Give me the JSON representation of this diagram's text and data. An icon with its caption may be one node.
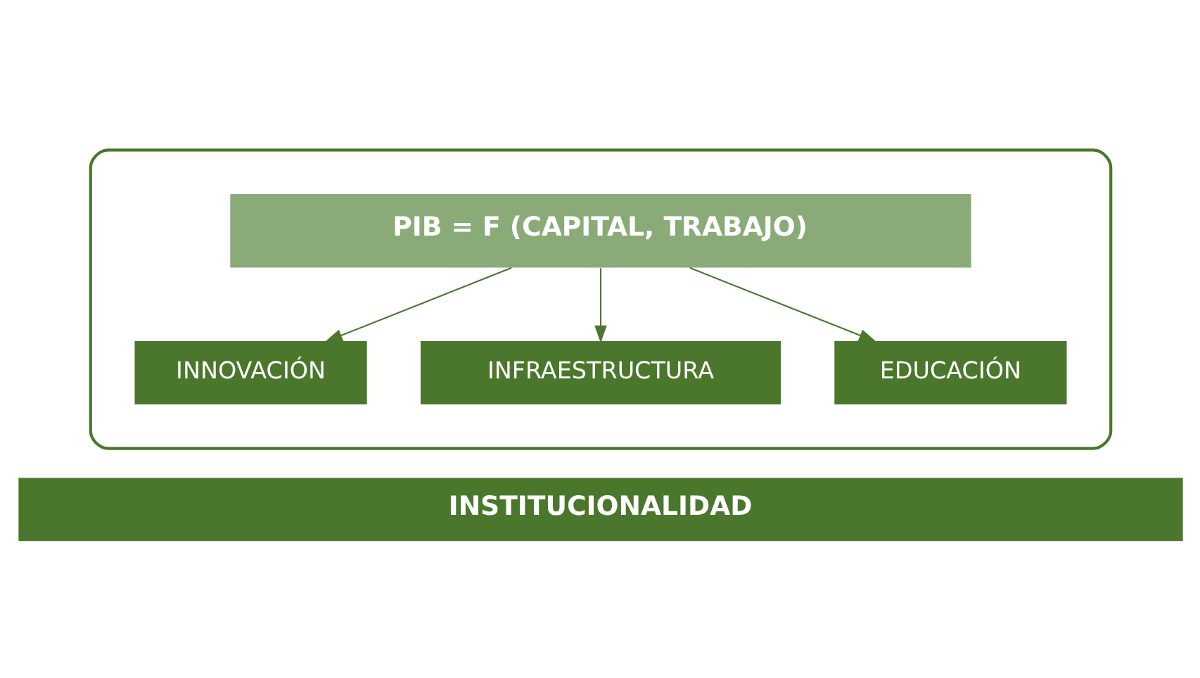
{
  "diagram": {
    "nodes": [
      {
        "text": [],
        "shape": "box"
      },
      {
        "text": [
          "PIB = F (CAPITAL, TRABAJO)"
        ],
        "in": 0
      },
      {
        "text": [
          "INNOVACIÓN"
        ],
        "in": 0
      },
      {
        "text": [
          "INFRAESTRUCTURA"
        ],
        "in": 0
      },
      {
        "text": [
          "EDUCACIÓN"
        ],
        "in": 0
      },
      {
        "text": [
          "INSTITUCIONALIDAD"
        ]
      }
    ],
    "edges": [
      {
        "from": 1,
        "to": 2,
        "arrow": "to"
      },
      {
        "from": 1,
        "to": 3,
        "arrow": "to"
      },
      {
        "from": 1,
        "to": 4,
        "arrow": "to"
      }
    ]
  }
}
